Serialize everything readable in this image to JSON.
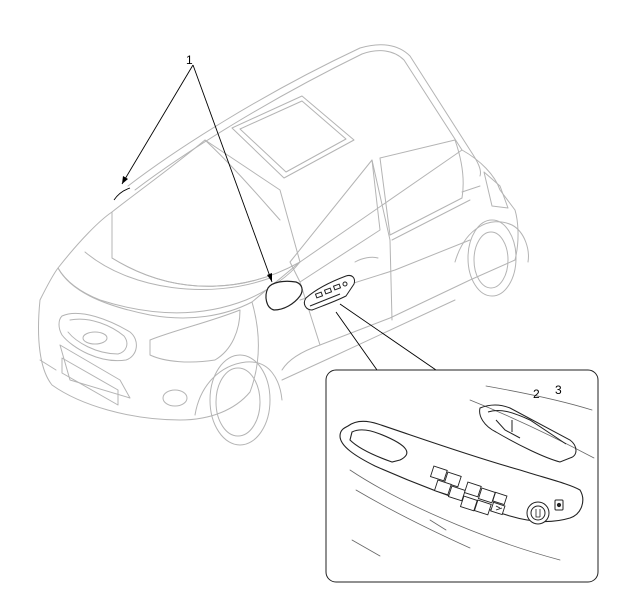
{
  "callouts": [
    {
      "id": "1",
      "text": "1"
    },
    {
      "id": "2",
      "text": "2"
    },
    {
      "id": "3",
      "text": "3"
    }
  ],
  "colors": {
    "car_outline": "#b4b4b4",
    "detail_outline": "#222222",
    "leader": "#000000",
    "background": "#ffffff"
  },
  "icons": [
    "outside-mirror",
    "mirror-adjust-switch",
    "mirror-fold-switch",
    "window-switch"
  ]
}
